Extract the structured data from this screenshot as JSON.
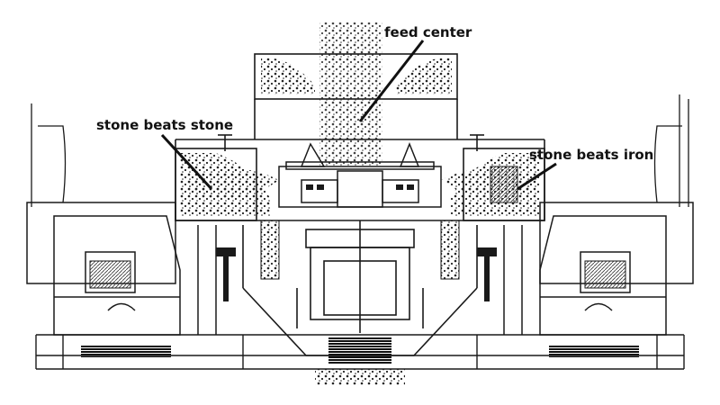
{
  "diagram": {
    "labels": {
      "feed_center": "feed center",
      "stone_beats_stone": "stone beats stone",
      "stone_beats_iron": "stone beats iron"
    },
    "colors": {
      "line": "#1a1a1a",
      "hatch": "#333333",
      "background": "#ffffff",
      "label_text": "#111111"
    }
  }
}
